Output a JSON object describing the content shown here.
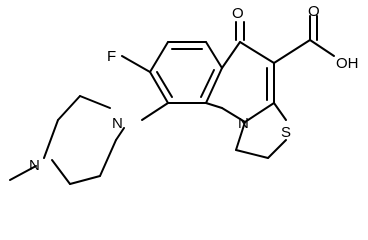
{
  "diagram": {
    "type": "chemical-structure",
    "atoms": {
      "ketone_oxygen": "O",
      "fluorine": "F",
      "acid_hydroxyl": "OH",
      "acid_carbonyl_oxygen": "O",
      "ring_nitrogen_1": "N",
      "sulfur": "S",
      "piperazine_n1": "N",
      "piperazine_n4": "N"
    },
    "colors": {
      "bonds": "#000000",
      "background": "#ffffff"
    }
  }
}
